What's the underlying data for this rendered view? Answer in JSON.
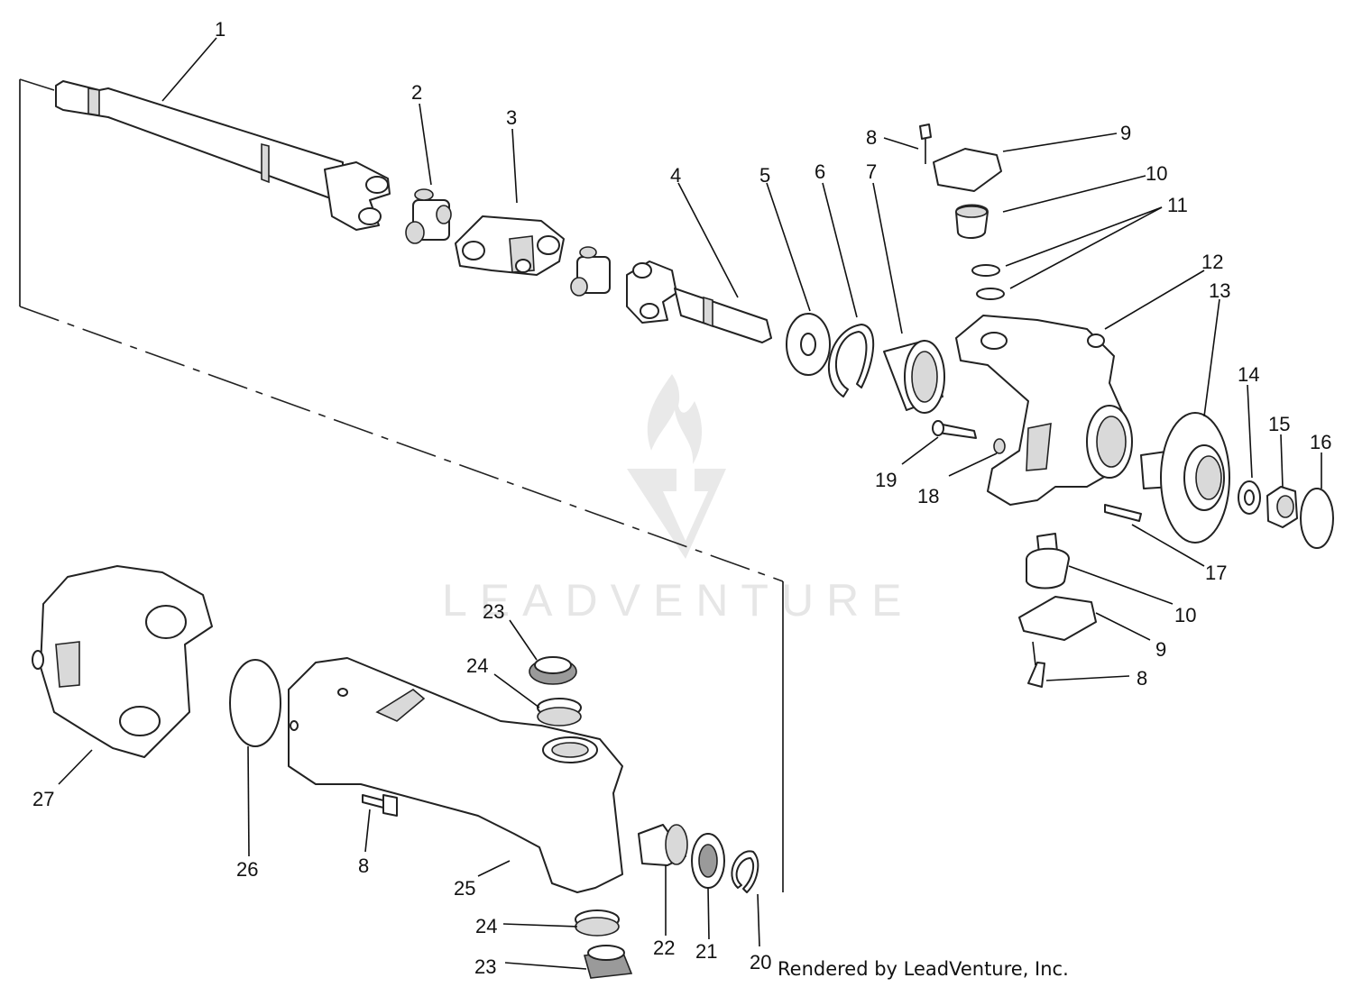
{
  "watermark": {
    "text": "LEADVENTURE"
  },
  "credit": "Rendered by LeadVenture, Inc.",
  "callouts": [
    {
      "id": "c1",
      "text": "1"
    },
    {
      "id": "c2",
      "text": "2"
    },
    {
      "id": "c3",
      "text": "3"
    },
    {
      "id": "c4",
      "text": "4"
    },
    {
      "id": "c5",
      "text": "5"
    },
    {
      "id": "c6",
      "text": "6"
    },
    {
      "id": "c7",
      "text": "7"
    },
    {
      "id": "c8a",
      "text": "8"
    },
    {
      "id": "c9a",
      "text": "9"
    },
    {
      "id": "c10a",
      "text": "10"
    },
    {
      "id": "c11",
      "text": "11"
    },
    {
      "id": "c12",
      "text": "12"
    },
    {
      "id": "c13",
      "text": "13"
    },
    {
      "id": "c14",
      "text": "14"
    },
    {
      "id": "c15",
      "text": "15"
    },
    {
      "id": "c16",
      "text": "16"
    },
    {
      "id": "c17",
      "text": "17"
    },
    {
      "id": "c18",
      "text": "18"
    },
    {
      "id": "c19",
      "text": "19"
    },
    {
      "id": "c10b",
      "text": "10"
    },
    {
      "id": "c9b",
      "text": "9"
    },
    {
      "id": "c8b",
      "text": "8"
    },
    {
      "id": "c23a",
      "text": "23"
    },
    {
      "id": "c24a",
      "text": "24"
    },
    {
      "id": "c27",
      "text": "27"
    },
    {
      "id": "c26",
      "text": "26"
    },
    {
      "id": "c8c",
      "text": "8"
    },
    {
      "id": "c25",
      "text": "25"
    },
    {
      "id": "c24b",
      "text": "24"
    },
    {
      "id": "c23b",
      "text": "23"
    },
    {
      "id": "c22",
      "text": "22"
    },
    {
      "id": "c21",
      "text": "21"
    },
    {
      "id": "c20",
      "text": "20"
    }
  ]
}
